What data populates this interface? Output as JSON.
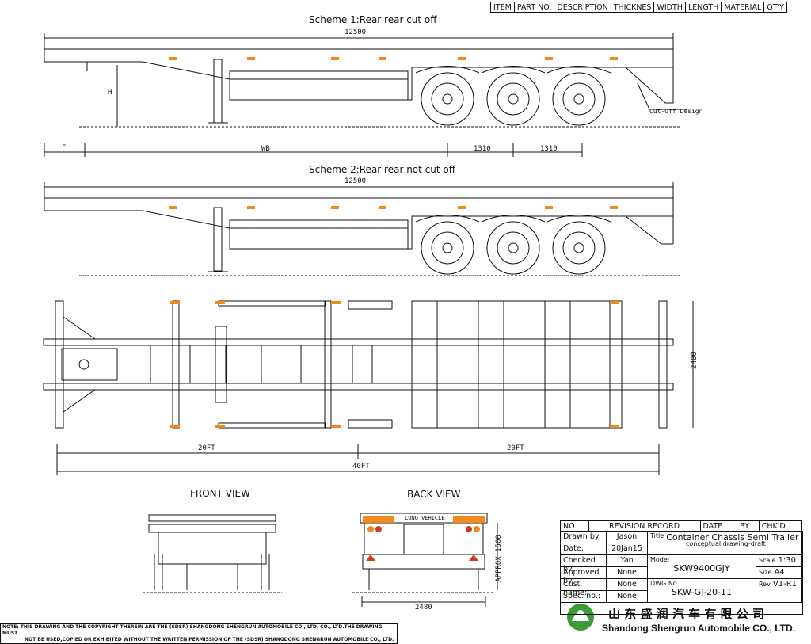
{
  "parts_header": [
    "ITEM",
    "PART NO.",
    "DESCRIPTION",
    "THICKNES",
    "WIDTH",
    "LENGTH",
    "MATERIAL",
    "QT'Y"
  ],
  "scheme1": {
    "title": "Scheme 1:Rear rear cut off",
    "length": "12500",
    "dims": [
      "F",
      "WB",
      "1310",
      "1310"
    ],
    "h_label": "H",
    "callout": "Cut-Off Design"
  },
  "scheme2": {
    "title": "Scheme 2:Rear rear not cut off",
    "length": "12500"
  },
  "plan": {
    "width_dim": "2480",
    "dims": [
      "20FT",
      "20FT",
      "40FT"
    ]
  },
  "front_view": {
    "title": "FRONT VIEW"
  },
  "back_view": {
    "title": "BACK VIEW",
    "width_dim": "2480",
    "height_dim": "APPROX 1500",
    "plate_text": "LONG VEHICLE"
  },
  "revision": {
    "headers": [
      "NO.",
      "REVISION RECORD",
      "DATE",
      "BY",
      "CHK'D"
    ]
  },
  "title_block": {
    "drawn_by_label": "Drawn by:",
    "drawn_by": "Jason",
    "date_label": "Date:",
    "date": "20Jan15",
    "checked_by_label": "Checked by:",
    "checked_by": "Yan",
    "approved_by_label": "Approved by:",
    "approved_by": "None",
    "cust_name_label": "Cust. name:",
    "cust_name": "None",
    "spec_no_label": "Spec. no.:",
    "spec_no": "None",
    "title_label": "Title",
    "title": "Container Chassis Semi Trailer",
    "subtitle": "conceptual drawing-draft",
    "model_label": "Model",
    "model": "SKW9400GJY",
    "scale_label": "Scale",
    "scale": "1:30",
    "size_label": "Size",
    "size": "A4",
    "dwg_label": "DWG No.",
    "dwg": "SKW-GJ-20-11",
    "rev_label": "Rev",
    "rev": "V1-R1"
  },
  "company": {
    "name_cn": "山 东 盛 润 汽 车 有 限 公 司",
    "name_en": "Shandong Shengrun Automobile CO., LTD."
  },
  "note": {
    "line1": "NOTE: THIS DRAWING AND THE COPYRIGHT THEREIN ARE THE (SDSR) SHANGDONG SHENGRUN AUTOMOBILE CO., LTD. CO., LTD.THE DRAWING MUST",
    "line2": "NOT BE USED,COPIED OR EXHIBITED WITHOUT THE WRITTEN PERMISSION OF THE (SDSR) SHANGDONG SHENGRUN AUTOMOBILE CO., LTD."
  },
  "colors": {
    "line": "#111111",
    "accent": "#f08a1c",
    "logo_green": "#3f9a3a"
  }
}
